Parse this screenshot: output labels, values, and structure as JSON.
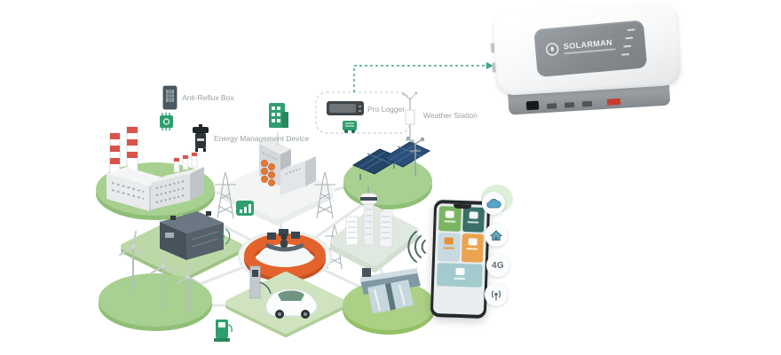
{
  "scene": {
    "type": "product-ecosystem-diagram",
    "background": "#ffffff"
  },
  "diagram": {
    "labels": {
      "anti_reflux_box": "Anti-Reflux Box",
      "energy_management_device": "Energy Management Device",
      "pro_logger": "Pro Logger",
      "weather_station": "Weather Station"
    },
    "nodes": [
      "factory",
      "industrial-plant",
      "solar-farm",
      "weather-mast",
      "battery-storage",
      "control-center",
      "city-towers",
      "wind-turbines",
      "ev-charging",
      "hydro-dam",
      "transmission-pylons"
    ],
    "icons": [
      "anti-reflux-box-icon",
      "energy-management-device-icon",
      "chip-icon",
      "building-icon",
      "bar-chart-icon",
      "ev-charger-icon",
      "weather-station-icon",
      "pro-logger-device-icon",
      "generator-icon"
    ],
    "colors": {
      "platform_green": "#a8d090",
      "platform_green_edge": "#8fbf76",
      "accent_green": "#2f9e6e",
      "ring_orange": "#e4632d",
      "link_gray": "#e3e7e9",
      "dashed_arrow": "#3aa58b",
      "solar_panel_blue": "#24466b"
    }
  },
  "logger_device": {
    "brand": "SOLARMAN",
    "led_count": 4
  },
  "phone": {
    "tile_colors": [
      "#7cb562",
      "#3a6f6c",
      "#c9d9de",
      "#eca24f",
      "#a3cbcd"
    ],
    "connectivity_icons": [
      "wifi-waves",
      "cloud",
      "home",
      "antenna"
    ]
  },
  "badges": {
    "network_label": "4G"
  }
}
